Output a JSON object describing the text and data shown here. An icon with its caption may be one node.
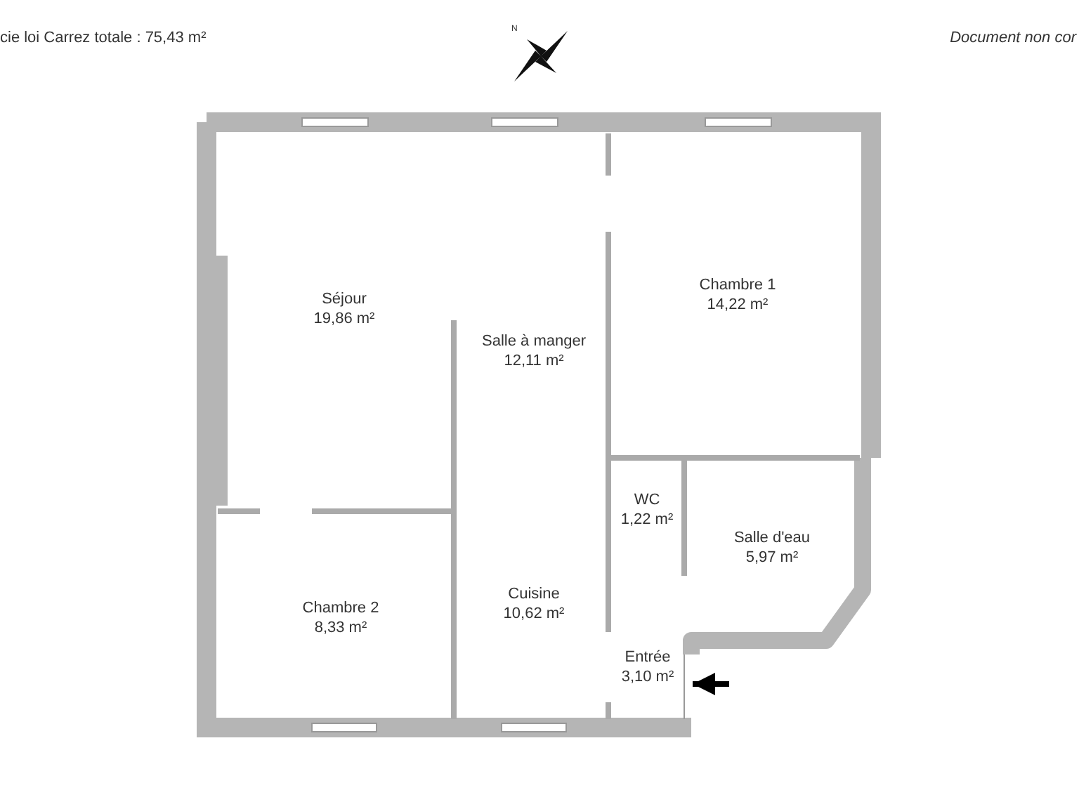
{
  "diagram": {
    "nodes": [
      {
        "text": [
          "Séjour",
          "19,86 m²"
        ]
      },
      {
        "text": [
          "Salle à manger",
          "12,11 m²"
        ]
      },
      {
        "text": [
          "Chambre 1",
          "14,22 m²"
        ]
      },
      {
        "text": [
          "WC",
          "1,22 m²"
        ]
      },
      {
        "text": [
          "Salle d'eau",
          "5,97 m²"
        ]
      },
      {
        "text": [
          "Cuisine",
          "10,62 m²"
        ]
      },
      {
        "text": [
          "Chambre 2",
          "8,33 m²"
        ]
      },
      {
        "text": [
          "Entrée",
          "3,10 m²"
        ]
      }
    ],
    "edges": [
      {
        "from": null,
        "to": 7,
        "arrow": "to"
      }
    ],
    "labels": [
      "cie loi Carrez totale :  75,43 m²",
      "N",
      "Document non cor"
    ]
  }
}
